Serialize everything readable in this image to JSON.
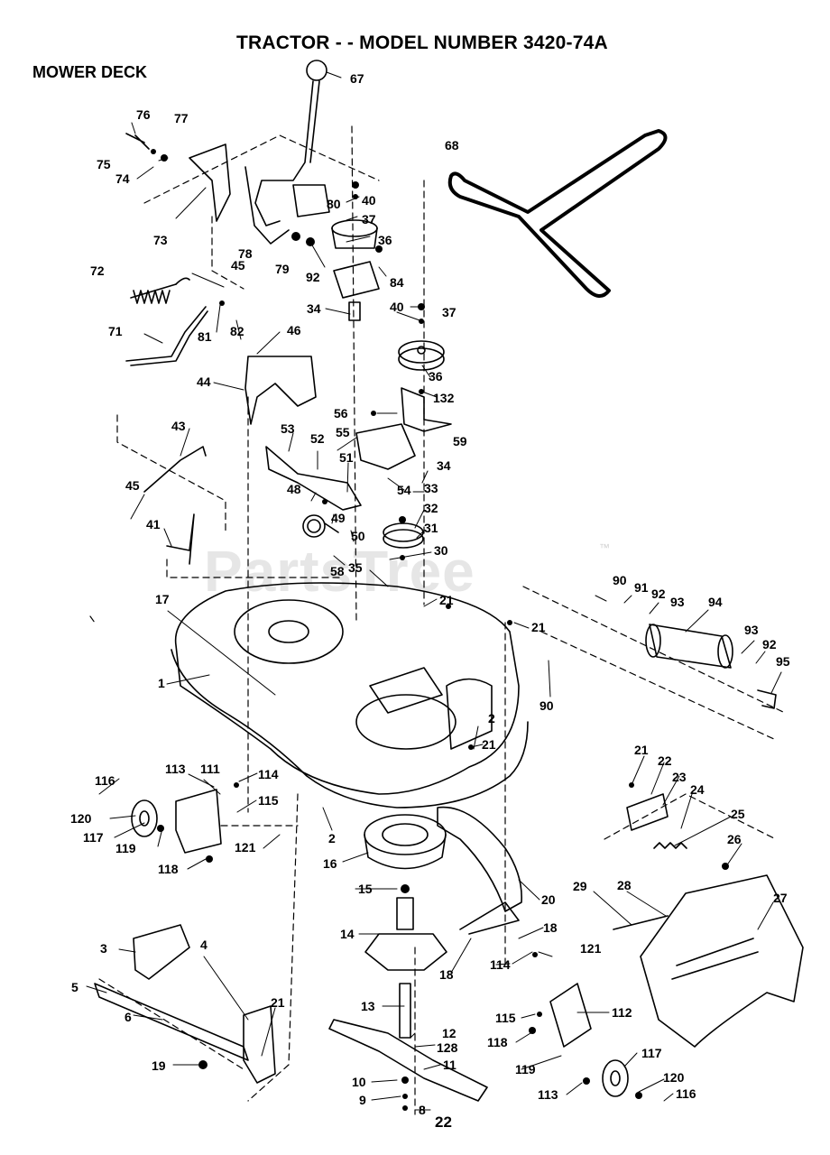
{
  "header": {
    "title": "TRACTOR - - MODEL NUMBER 3420-74A",
    "section": "MOWER DECK"
  },
  "watermark": {
    "text": "PartsTree",
    "tm": "™"
  },
  "footer": {
    "page_number": "22"
  },
  "part_labels": [
    "67",
    "76",
    "77",
    "75",
    "74",
    "73",
    "78",
    "79",
    "92",
    "80",
    "40",
    "37",
    "36",
    "84",
    "68",
    "72",
    "45",
    "81",
    "82",
    "71",
    "34",
    "46",
    "44",
    "43",
    "45",
    "41",
    "53",
    "52",
    "51",
    "48",
    "49",
    "50",
    "58",
    "56",
    "55",
    "59",
    "54",
    "33",
    "32",
    "31",
    "30",
    "35",
    "21",
    "90",
    "91",
    "92",
    "93",
    "94",
    "93",
    "92",
    "95",
    "21",
    "17",
    "1",
    "90",
    "2",
    "21",
    "116",
    "113",
    "111",
    "114",
    "115",
    "120",
    "117",
    "119",
    "118",
    "121",
    "2",
    "16",
    "15",
    "14",
    "20",
    "18",
    "18",
    "114",
    "21",
    "22",
    "23",
    "24",
    "25",
    "26",
    "27",
    "28",
    "29",
    "121",
    "3",
    "4",
    "5",
    "6",
    "21",
    "13",
    "12",
    "128",
    "11",
    "19",
    "10",
    "9",
    "8",
    "112",
    "115",
    "118",
    "119",
    "113",
    "117",
    "120",
    "116",
    "40",
    "37",
    "36",
    "132",
    "34"
  ]
}
